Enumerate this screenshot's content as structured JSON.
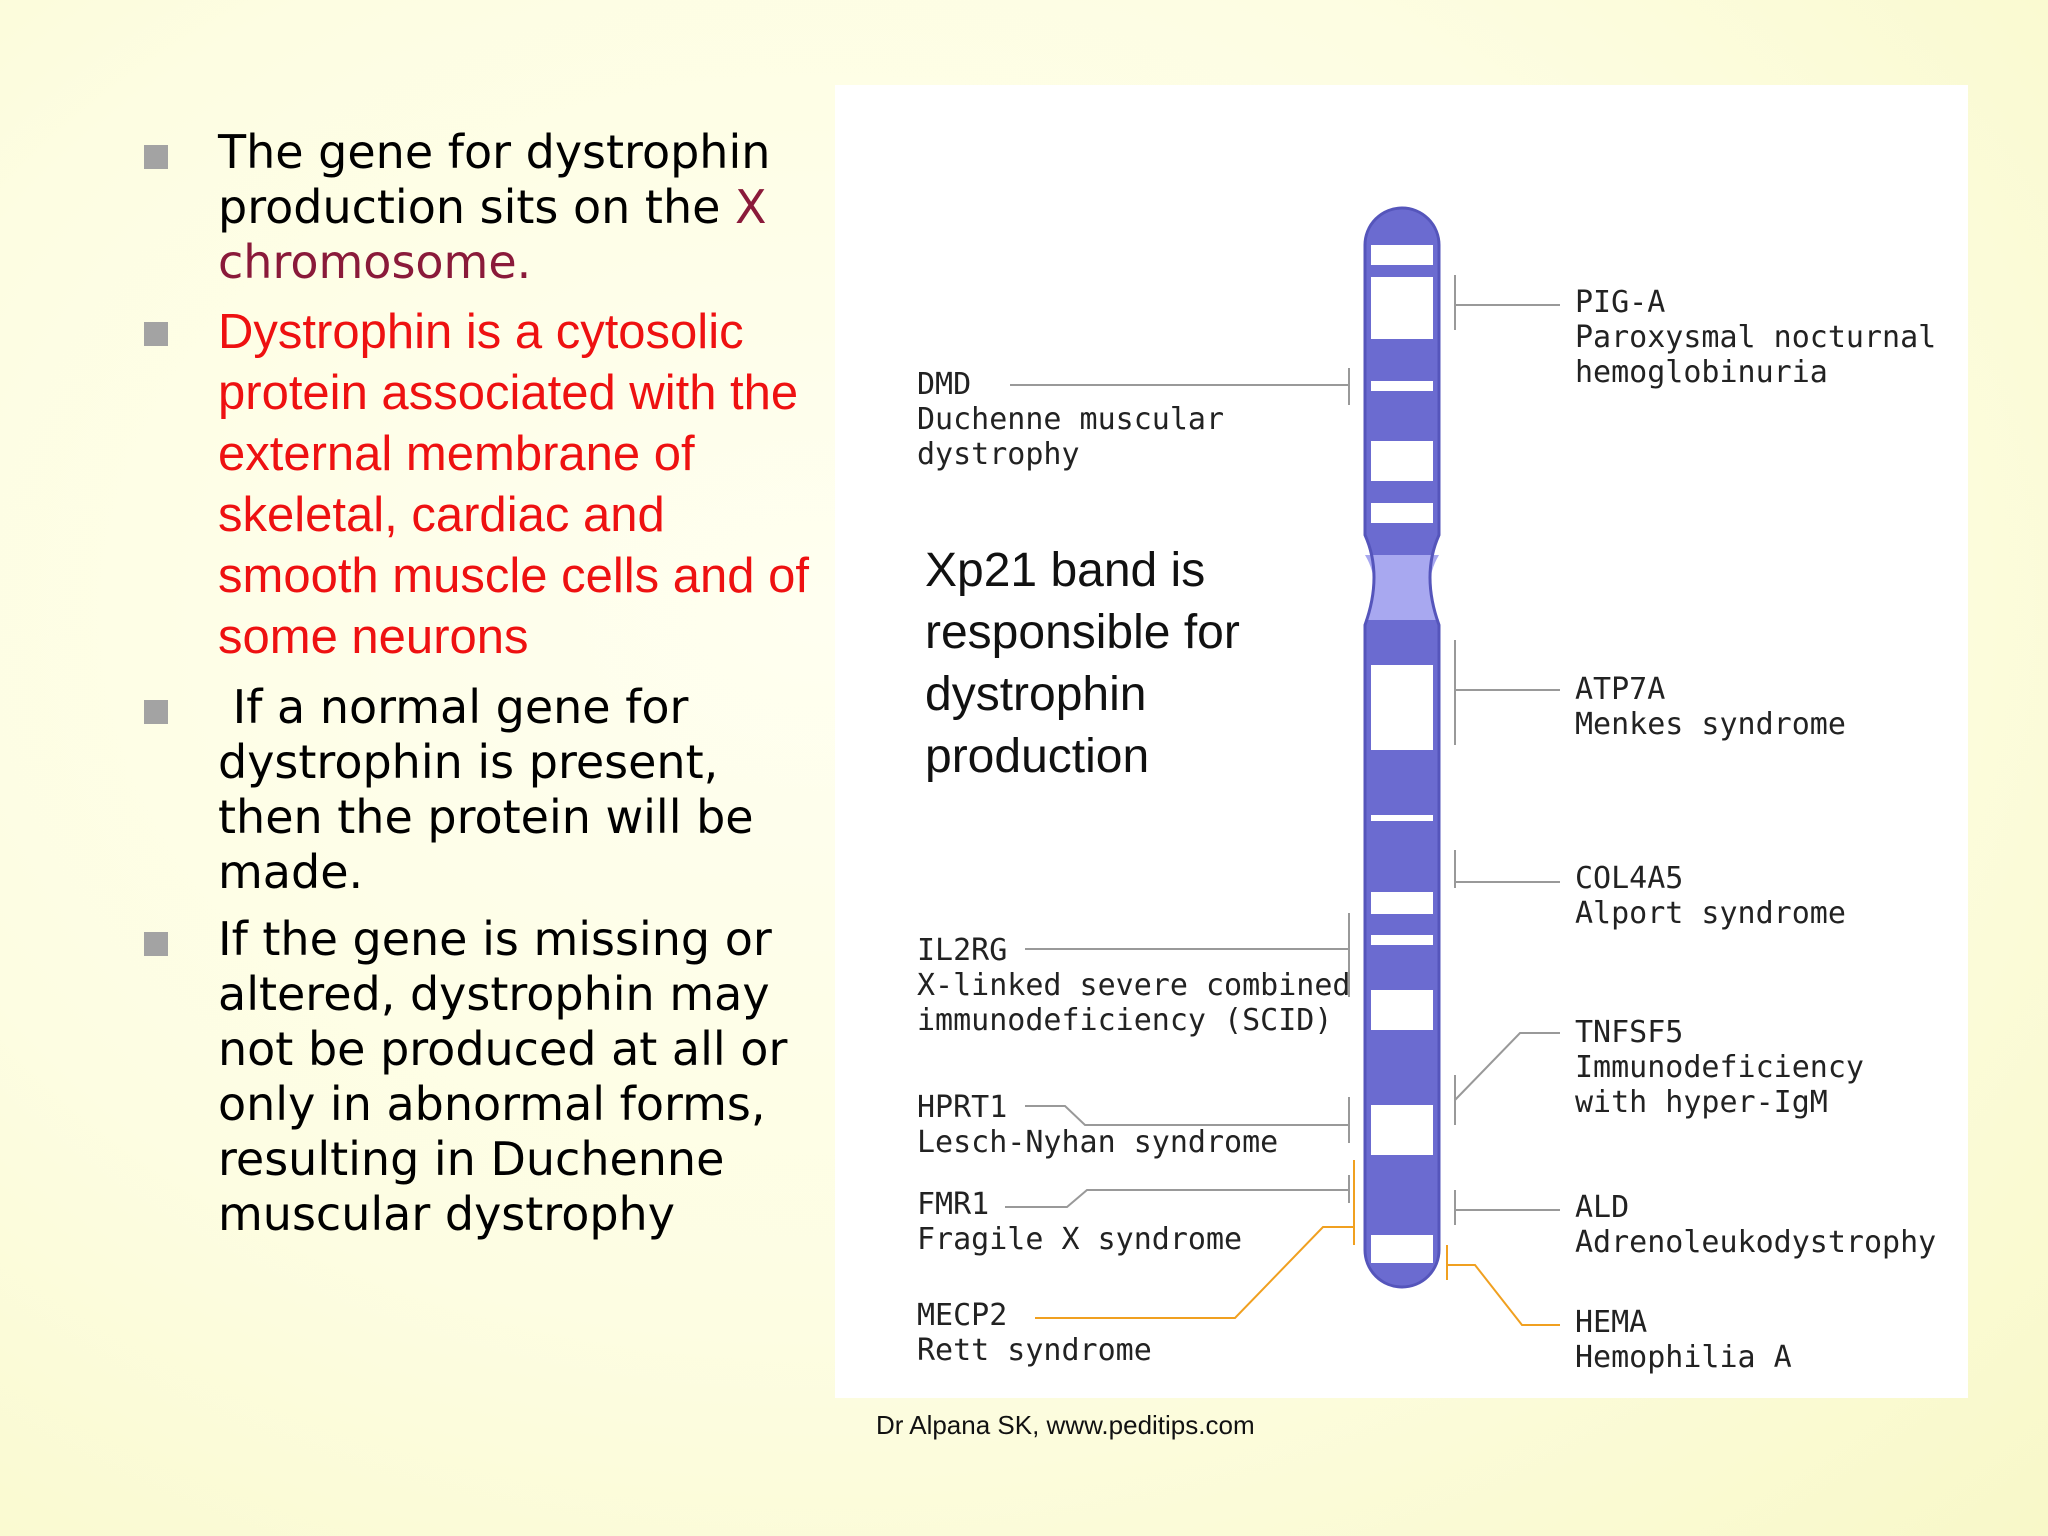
{
  "bullets": [
    {
      "pre": "The gene for dystrophin production sits on the ",
      "highlight": "X chromosome."
    },
    {
      "text": "Dystrophin is a cytosolic protein associated with the external membrane of skeletal, cardiac and smooth muscle cells and of some neurons"
    },
    {
      "text": " If a normal gene for dystrophin is present, then the protein will be made."
    },
    {
      "text": "If the gene is missing or altered, dystrophin may not be produced at all or only in abnormal forms, resulting in Duchenne muscular dystrophy"
    }
  ],
  "diagram": {
    "callout": "Xp21 band is responsible for dystrophin production",
    "left_genes": [
      {
        "symbol": "DMD",
        "disease": "Duchenne muscular dystrophy"
      },
      {
        "symbol": "IL2RG",
        "disease": "X-linked severe combined immunodeficiency (SCID)"
      },
      {
        "symbol": "HPRT1",
        "disease": "Lesch-Nyhan syndrome"
      },
      {
        "symbol": "FMR1",
        "disease": "Fragile X syndrome"
      },
      {
        "symbol": "MECP2",
        "disease": "Rett syndrome"
      }
    ],
    "right_genes": [
      {
        "symbol": "PIG-A",
        "disease": "Paroxysmal nocturnal hemoglobinuria"
      },
      {
        "symbol": "ATP7A",
        "disease": "Menkes syndrome"
      },
      {
        "symbol": "COL4A5",
        "disease": "Alport syndrome"
      },
      {
        "symbol": "TNFSF5",
        "disease": "Immunodeficiency with hyper-IgM"
      },
      {
        "symbol": "ALD",
        "disease": "Adrenoleukodystrophy"
      },
      {
        "symbol": "HEMA",
        "disease": "Hemophilia A"
      }
    ],
    "colors": {
      "chromosome": "#6b6bd0",
      "centromere": "#a8a8f0",
      "line_gray": "#999999",
      "line_orange": "#f0a020"
    }
  },
  "credit": "Dr Alpana SK, www.peditips.com"
}
